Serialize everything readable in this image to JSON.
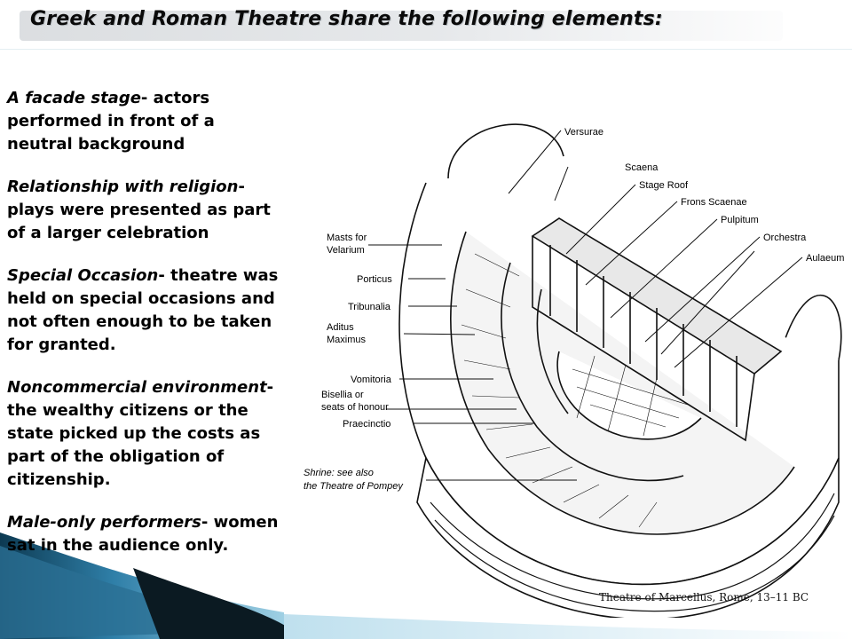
{
  "slide": {
    "title": "Greek and Roman Theatre share the following elements:"
  },
  "elements": [
    {
      "term": "A facade stage",
      "separator": "- ",
      "description": "actors performed in front of a neutral background"
    },
    {
      "term": "Relationship with religion",
      "separator": "- ",
      "description": "plays were presented as part of a larger celebration"
    },
    {
      "term": "Special Occasion",
      "separator": "- ",
      "description": "theatre was held on special occasions and not often enough to be taken for granted."
    },
    {
      "term": "Noncommercial environment",
      "separator": "- ",
      "description": "the wealthy citizens or the state picked up the costs as part of the obligation of citizenship."
    },
    {
      "term": "Male-only performers",
      "separator": "- ",
      "description": "women sat in the audience only."
    }
  ],
  "figure": {
    "labels_right": [
      "Versurae",
      "Scaena",
      "Stage Roof",
      "Frons Scaenae",
      "Pulpitum",
      "Orchestra",
      "Aulaeum"
    ],
    "labels_left": {
      "masts_line1": "Masts for",
      "masts_line2": "Velarium",
      "porticus": "Porticus",
      "tribunalia": "Tribunalia",
      "aditus_line1": "Aditus",
      "aditus_line2": "Maximus",
      "vomitoria": "Vomitoria",
      "bisellia_line1": "Bisellia or",
      "bisellia_line2": "seats of honour",
      "praecinctio": "Praecinctio",
      "shrine_line1": "Shrine: see also",
      "shrine_line2": "the Theatre of Pompey"
    },
    "caption": "Theatre of Marcellus, Rome, 13–11 BC"
  },
  "colors": {
    "swoosh_dark": "#0b1a22",
    "swoosh_blue": "#2f7fa8",
    "swoosh_light": "#bfe0ee"
  }
}
